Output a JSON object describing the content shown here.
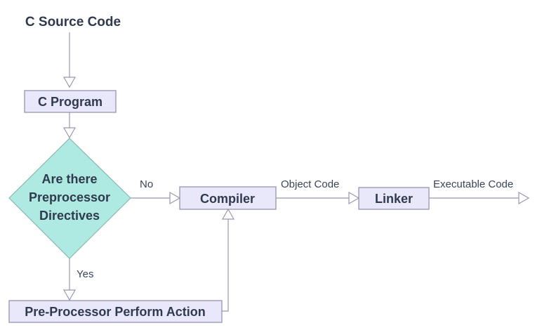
{
  "diagram": {
    "title": "C Source Code",
    "nodes": {
      "c_program": "C Program",
      "decision": [
        "Are there",
        "Preprocessor",
        "Directives"
      ],
      "compiler": "Compiler",
      "linker": "Linker",
      "preprocessor_action": "Pre-Processor Perform Action"
    },
    "edges": {
      "no": "No",
      "yes": "Yes",
      "object_code": "Object Code",
      "executable_code": "Executable Code"
    },
    "colors": {
      "box_fill": "#e9e8fb",
      "box_stroke": "#8f8ca8",
      "decision_fill": "#aeeae1",
      "decision_stroke": "#88b8b2",
      "line": "#9b98ad",
      "text": "#2f3a4f"
    }
  }
}
